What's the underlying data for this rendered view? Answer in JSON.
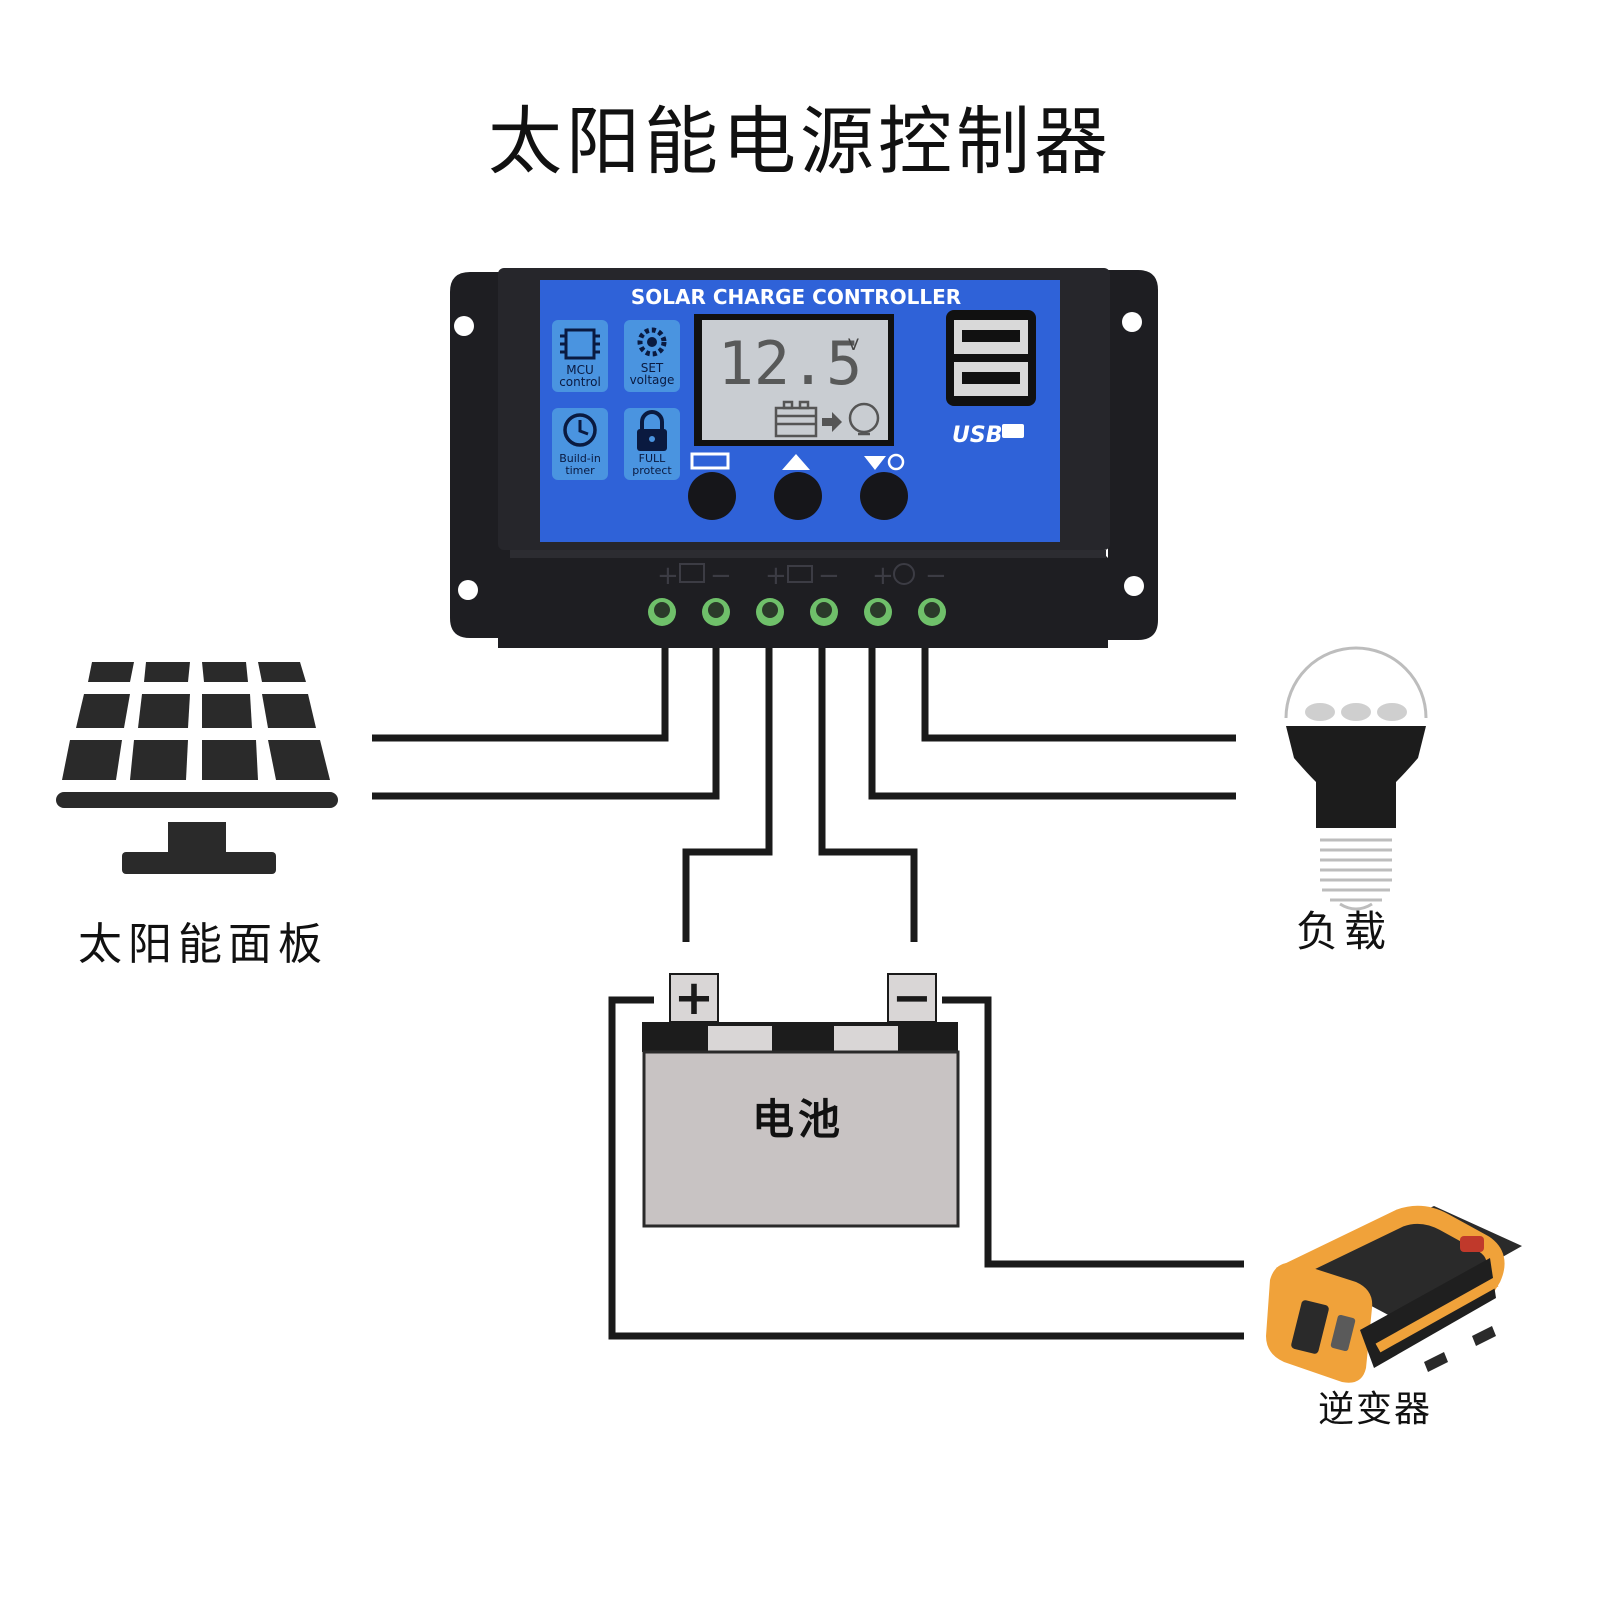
{
  "title": "太阳能电源控制器",
  "controller": {
    "brand_text": "SOLAR CHARGE CONTROLLER",
    "lcd_value": "12.5",
    "lcd_unit": "V",
    "badges": [
      {
        "line1": "MCU",
        "line2": "control",
        "icon": "chip-icon"
      },
      {
        "line1": "SET",
        "line2": "voltage",
        "icon": "gear-icon"
      },
      {
        "line1": "Build-in",
        "line2": "timer",
        "icon": "clock-icon"
      },
      {
        "line1": "FULL",
        "line2": "protect",
        "icon": "lock-icon"
      }
    ],
    "usb_label": "USB",
    "terminal_signs": [
      "+",
      "−",
      "+",
      "−",
      "+",
      "−"
    ]
  },
  "labels": {
    "solar_panel": "太阳能面板",
    "load": "负载",
    "battery": "电池",
    "inverter": "逆变器"
  },
  "battery_terminals": {
    "positive": "+",
    "negative": "−"
  },
  "colors": {
    "controller_body": "#1e1e22",
    "face_blue": "#2f62d8",
    "badge_blue": "#4a94e0",
    "lcd": "#c9cdd2",
    "terminal_green": "#6fc06a",
    "battery_gray": "#c8c3c3",
    "inverter_orange": "#f0a23a",
    "wire": "#1a1a1a"
  }
}
